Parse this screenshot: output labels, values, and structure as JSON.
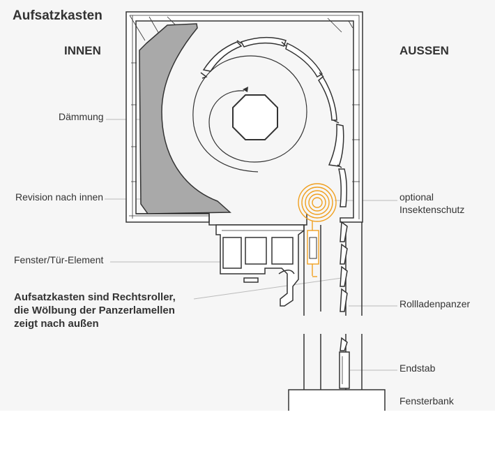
{
  "title": "Aufsatzkasten",
  "sides": {
    "inside": "INNEN",
    "outside": "AUSSEN"
  },
  "labels": {
    "daemmung": "Dämmung",
    "revision": "Revision nach innen",
    "fenster": "Fenster/Tür-Element",
    "insekten_line1": "optional",
    "insekten_line2": "Insektenschutz",
    "panzer": "Rollladenpanzer",
    "endstab": "Endstab",
    "fensterbank": "Fensterbank"
  },
  "note": {
    "line1": "Aufsatzkasten sind Rechtsroller,",
    "line2": "die Wölbung der Panzerlamellen",
    "line3": "zeigt nach außen"
  },
  "colors": {
    "background": "#f6f6f6",
    "outline": "#333333",
    "insulation": "#a9a9a9",
    "accent_orange": "#f0a020",
    "leader": "#bbbbbb"
  }
}
